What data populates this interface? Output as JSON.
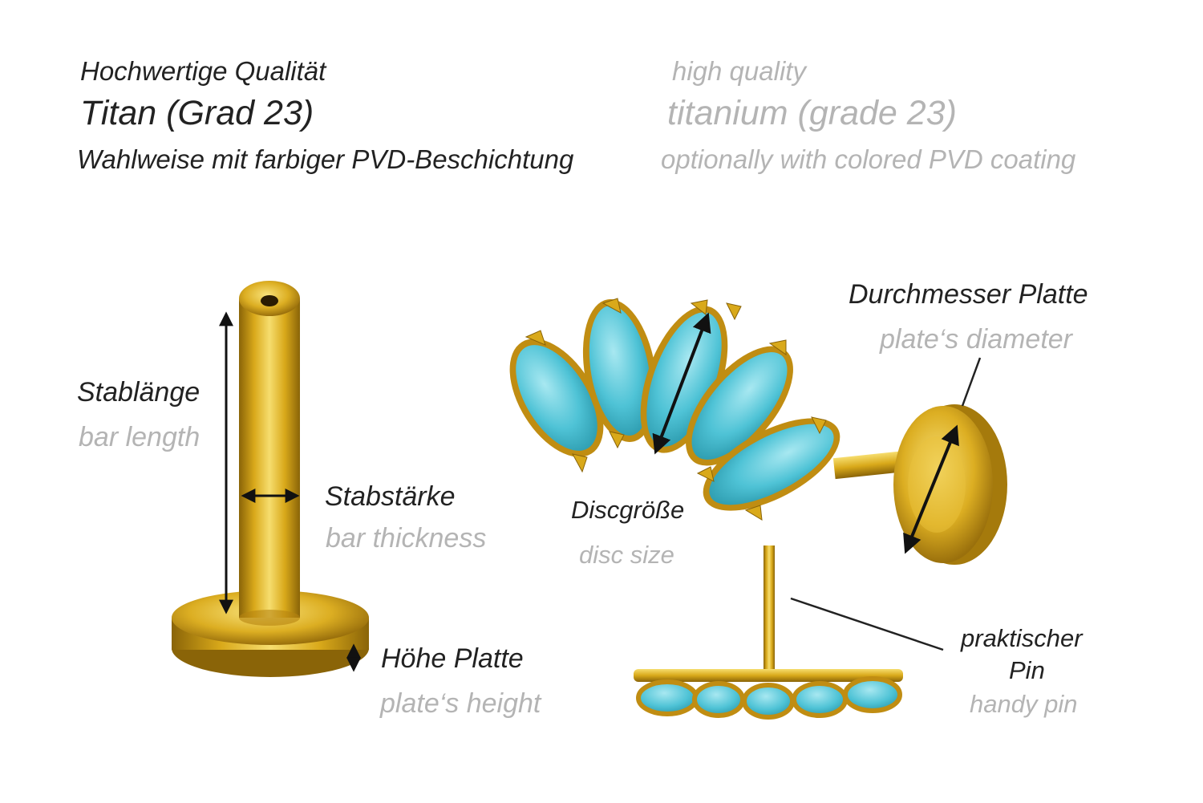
{
  "header": {
    "de": {
      "quality": "Hochwertige Qualität",
      "material": "Titan (Grad 23)",
      "coating": "Wahlweise mit farbiger PVD-Beschichtung"
    },
    "en": {
      "quality": "high quality",
      "material": "titanium (grade 23)",
      "coating": "optionally with colored PVD coating"
    }
  },
  "labels": {
    "bar_length": {
      "de": "Stablänge",
      "en": "bar length"
    },
    "bar_thickness": {
      "de": "Stabstärke",
      "en": "bar thickness"
    },
    "plate_height": {
      "de": "Höhe Platte",
      "en": "plate‘s height"
    },
    "plate_diameter": {
      "de": "Durchmesser Platte",
      "en": "plate‘s diameter"
    },
    "disc_size": {
      "de": "Discgröße",
      "en": "disc size"
    },
    "pin": {
      "de_line1": "praktischer",
      "de_line2": "Pin",
      "en": "handy pin"
    }
  },
  "colors": {
    "gold": "#d9a91a",
    "gold_light": "#f6dd6e",
    "gold_dark": "#8a6408",
    "turquoise": "#4fc3d6",
    "turquoise_light": "#9fe3ee",
    "text_dark": "#222222",
    "text_light": "#b4b4b4"
  }
}
